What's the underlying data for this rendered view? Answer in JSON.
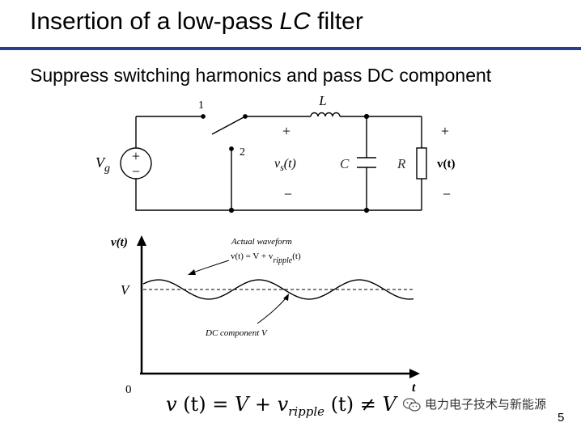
{
  "slide": {
    "title_prefix": "Insertion of a low-pass ",
    "title_emph": "LC",
    "title_suffix": " filter",
    "subtitle": "Suppress switching harmonics and pass DC component",
    "page_number": "5",
    "accent_color": "#2b3d8f"
  },
  "circuit": {
    "source_label": "V",
    "source_label_sub": "g",
    "source_plus": "+",
    "source_minus": "−",
    "switch_pos1": "1",
    "switch_pos2": "2",
    "inductor_label": "L",
    "capacitor_label": "C",
    "resistor_label": "R",
    "vs_plus": "+",
    "vs_minus": "−",
    "vs_label_main": "v",
    "vs_label_sub": "s",
    "vs_label_arg": "(t)",
    "vout_plus": "+",
    "vout_minus": "−",
    "vout_label": "v(t)"
  },
  "waveform": {
    "y_axis_label": "v(t)",
    "x_axis_label": "t",
    "origin_label": "0",
    "dc_level_label": "V",
    "actual_caption": "Actual waveform",
    "actual_eq_main": "v(t) = V + v",
    "actual_eq_sub": "ripple",
    "actual_eq_arg": "(t)",
    "dc_caption": "DC component V"
  },
  "equation": {
    "lhs": "v",
    "lhs_arg": " (t) = ",
    "rhs_main": "V + v",
    "rhs_sub": "ripple",
    "rhs_arg": " (t) ≠ ",
    "rhs_end": "V"
  },
  "watermark": {
    "text": "电力电子技术与新能源",
    "icon": "wechat-icon"
  }
}
